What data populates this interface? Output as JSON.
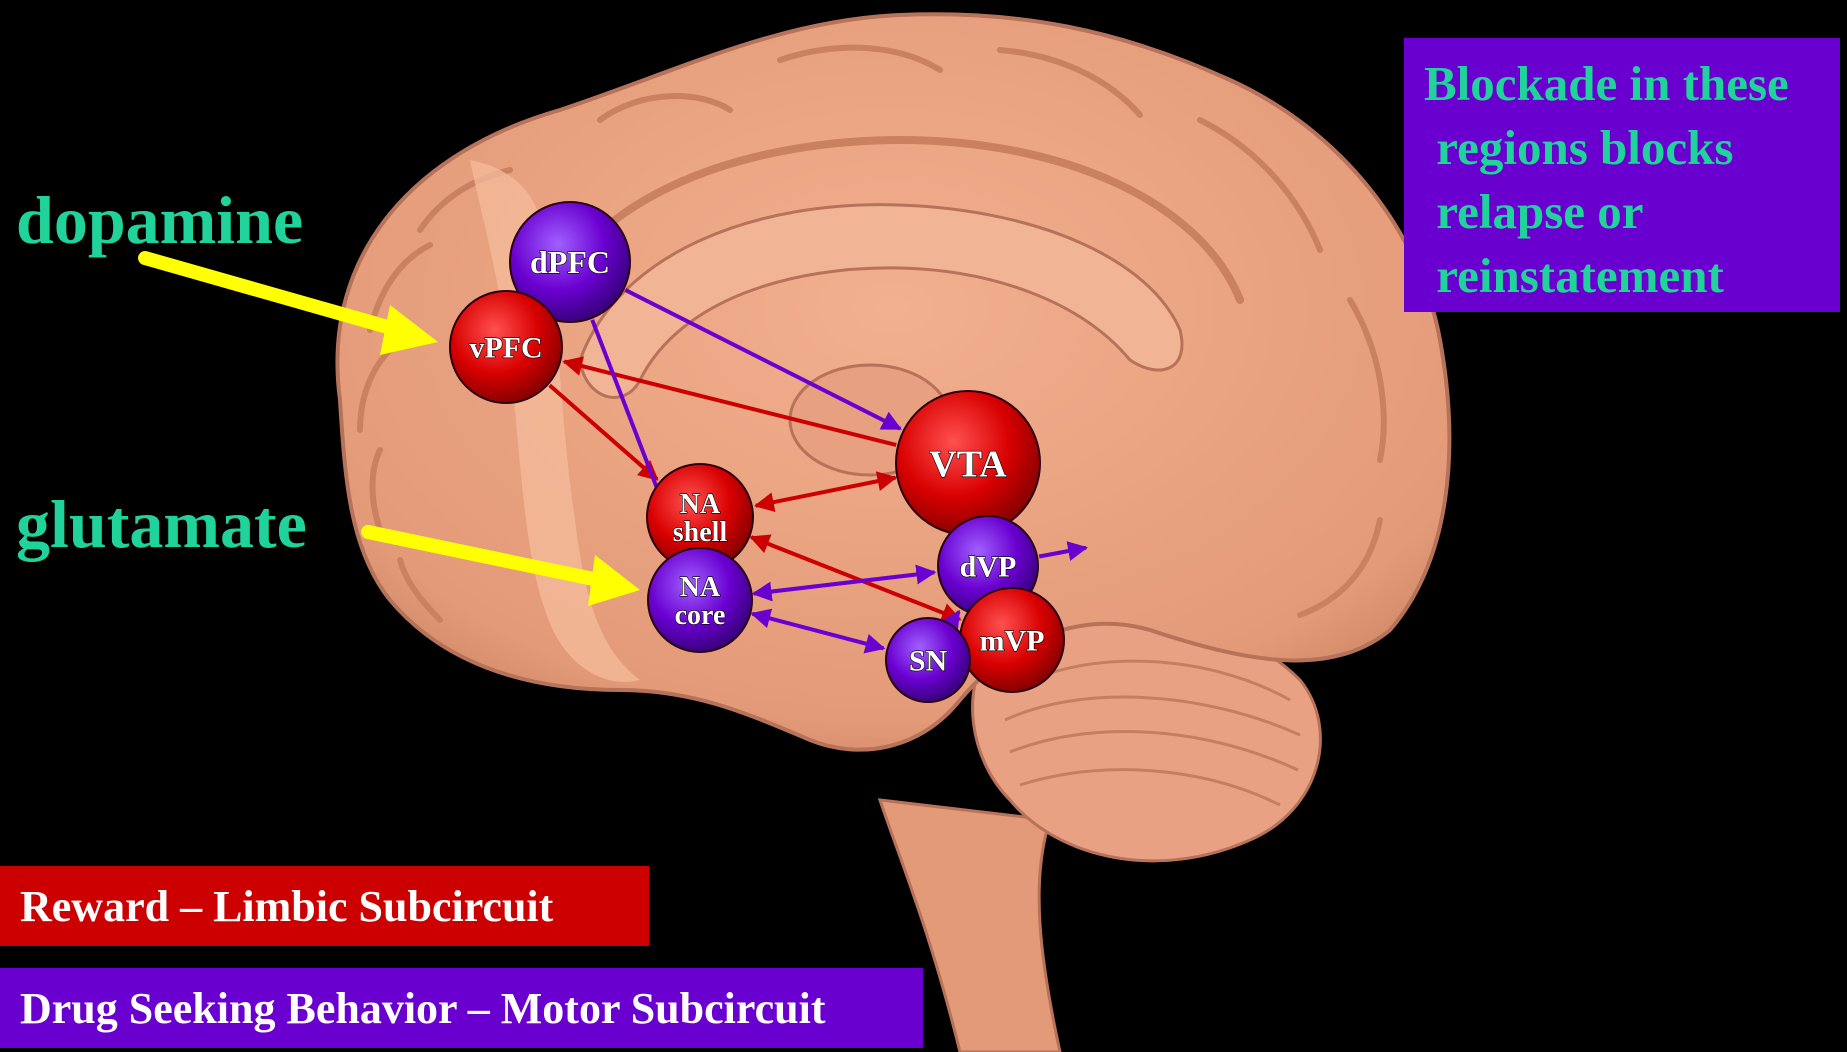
{
  "labels": {
    "dopamine": "dopamine",
    "glutamate": "glutamate"
  },
  "blockade_note": "Blockade in these\n regions blocks\n relapse or\n reinstatement",
  "legend": {
    "reward": "Reward – Limbic Subcircuit",
    "motor": "Drug Seeking Behavior – Motor Subcircuit"
  },
  "nodes": [
    {
      "id": "dPFC",
      "lines": [
        "dPFC"
      ],
      "circuit": "motor"
    },
    {
      "id": "vPFC",
      "lines": [
        "vPFC"
      ],
      "circuit": "reward"
    },
    {
      "id": "VTA",
      "lines": [
        "VTA"
      ],
      "circuit": "reward"
    },
    {
      "id": "NA-shell",
      "lines": [
        "NA",
        "shell"
      ],
      "circuit": "reward"
    },
    {
      "id": "NA-core",
      "lines": [
        "NA",
        "core"
      ],
      "circuit": "motor"
    },
    {
      "id": "dVP",
      "lines": [
        "dVP"
      ],
      "circuit": "motor"
    },
    {
      "id": "mVP",
      "lines": [
        "mVP"
      ],
      "circuit": "reward"
    },
    {
      "id": "SN",
      "lines": [
        "SN"
      ],
      "circuit": "motor"
    }
  ],
  "connections": [
    {
      "from": "VTA",
      "to": "vPFC",
      "circuit": "reward",
      "bidirectional": false
    },
    {
      "from": "vPFC",
      "to": "NA-shell",
      "circuit": "reward",
      "bidirectional": false
    },
    {
      "from": "VTA",
      "to": "NA-shell",
      "circuit": "reward",
      "bidirectional": true
    },
    {
      "from": "NA-shell",
      "to": "mVP",
      "circuit": "reward",
      "bidirectional": true
    },
    {
      "from": "VTA",
      "to": "mVP",
      "circuit": "reward",
      "bidirectional": true
    },
    {
      "from": "dPFC",
      "to": "VTA",
      "circuit": "motor",
      "bidirectional": false
    },
    {
      "from": "dPFC",
      "to": "NA-core",
      "circuit": "motor",
      "bidirectional": false
    },
    {
      "from": "NA-core",
      "to": "dVP",
      "circuit": "motor",
      "bidirectional": true
    },
    {
      "from": "NA-core",
      "to": "SN",
      "circuit": "motor",
      "bidirectional": true
    },
    {
      "from": "SN",
      "to": "dVP",
      "circuit": "motor",
      "bidirectional": false
    },
    {
      "from": "dVP",
      "to": "offscreen",
      "circuit": "motor",
      "bidirectional": false
    }
  ],
  "colors": {
    "background": "#000000",
    "brain": "#E9A07F",
    "brain_shade": "#C9815F",
    "brain_highlight": "#F8C0A0",
    "reward": "#CC0000",
    "motor": "#6A00D0",
    "label_text": "#1FD39A",
    "arrow_yellow": "#FFFF00",
    "legend_text": "#FFFFFF"
  }
}
